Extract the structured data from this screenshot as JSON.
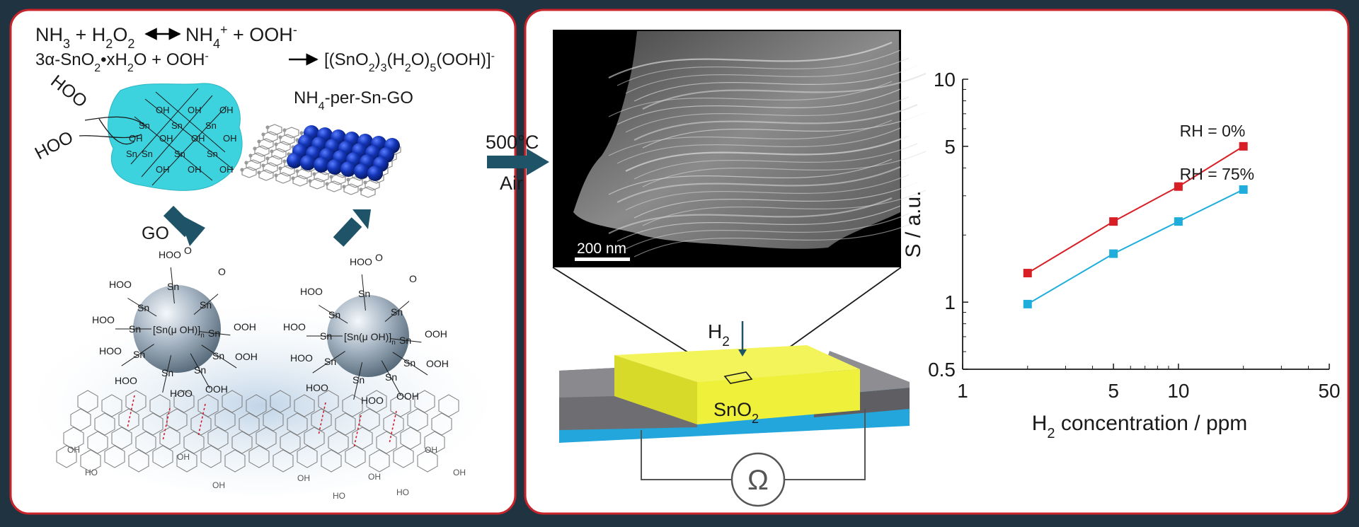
{
  "colors": {
    "frame": "#1f3340",
    "panel_border": "#c9242b",
    "teal_arrow": "#1f5468",
    "cyan_blob": "#3cd3df",
    "sphere_blue": "#1436b8",
    "sno2_yellow": "#eef03a",
    "substrate_blue": "#22a6dc",
    "electrode_gray": "#6e6e72",
    "series_rh0": "#d81f26",
    "series_rh75": "#1faedc"
  },
  "reactions": {
    "eq1": {
      "lhs": "NH",
      "lhs_sub": "3",
      "plus1": " + H",
      "plus1_sub": "2",
      "o2": "O",
      "o2_sub": "2",
      "rhs": "NH",
      "rhs_sub": "4",
      "rhs_sup": "+",
      "tail": " + OOH",
      "tail_sup": "-"
    },
    "eq2": {
      "lhs": "3α-SnO",
      "lhs_sub": "2",
      "mid": "•xH",
      "mid_sub": "2",
      "o": "O + OOH",
      "o_sup": "-",
      "rhs1": "[(SnO",
      "rhs1_sub": "2",
      "rhs2": ")",
      "rhs2_sub": "3",
      "rhs3": "(H",
      "rhs3_sub": "2",
      "rhs4": "O)",
      "rhs4_sub": "5",
      "rhs5": "(OOH)]",
      "rhs5_sup": "-"
    }
  },
  "labels": {
    "hoo": "HOO",
    "go": "GO",
    "product": "NH",
    "product_sub": "4",
    "product_tail": "-per-Sn-GO",
    "temp": "500°C",
    "air": "Air",
    "scale_bar": "200 nm",
    "gas": "H",
    "gas_sub": "2",
    "film": "SnO",
    "film_sub": "2",
    "ohm": "Ω"
  },
  "cluster": {
    "oh": "OH",
    "sn": "Sn"
  },
  "sphere": {
    "core": "[Sn(μ OH)]",
    "core_sub": "n",
    "hoo": "HOO",
    "ooh": "OOH",
    "sn": "Sn",
    "ho": "HO",
    "o": "O",
    "oh": "OH"
  },
  "chart_data": {
    "type": "line",
    "title": "",
    "xlabel": {
      "main": "H",
      "sub": "2",
      "rest": " concentration / ppm"
    },
    "ylabel": "S / a.u.",
    "xscale": "log",
    "yscale": "log",
    "xlim": [
      1,
      50
    ],
    "ylim": [
      0.5,
      10
    ],
    "xticks": [
      1,
      5,
      10,
      50
    ],
    "xtick_labels": [
      "1",
      "5",
      "10",
      "50"
    ],
    "yticks": [
      0.5,
      1,
      5,
      10
    ],
    "ytick_labels": [
      "0.5",
      "1",
      "5",
      "10"
    ],
    "grid": false,
    "series": [
      {
        "name": "RH = 0%",
        "color": "#d81f26",
        "x": [
          2,
          5,
          10,
          20
        ],
        "y": [
          1.35,
          2.3,
          3.3,
          5.0
        ]
      },
      {
        "name": "RH = 75%",
        "color": "#1faedc",
        "x": [
          2,
          5,
          10,
          20
        ],
        "y": [
          0.98,
          1.65,
          2.3,
          3.2
        ]
      }
    ]
  }
}
